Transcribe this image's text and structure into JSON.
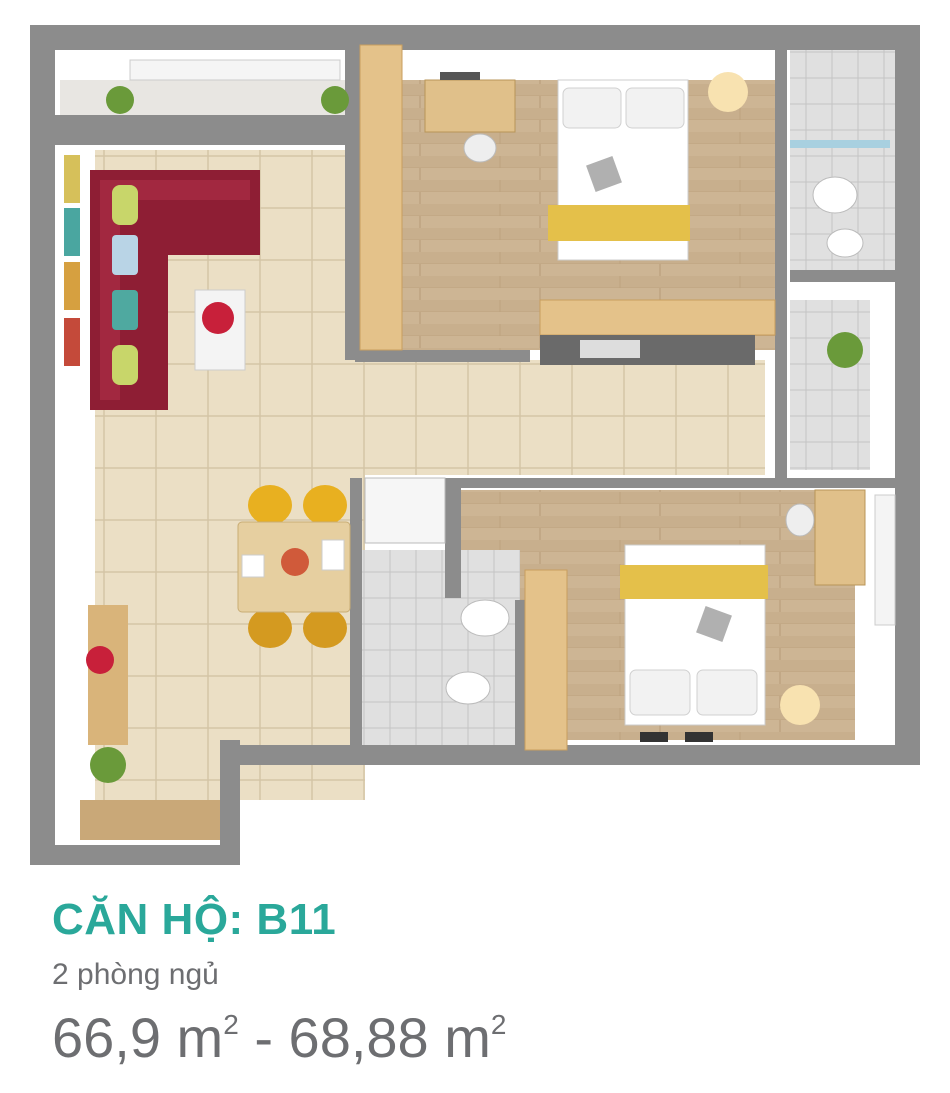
{
  "apartment": {
    "title": "CĂN HỘ: B11",
    "bedrooms": "2 phòng ngủ",
    "area_min": "66,9 m",
    "area_max": "68,88 m",
    "area_unit_sup": "2",
    "area_separator": " - "
  },
  "colors": {
    "title": "#2aa89a",
    "text": "#6d6e71",
    "wall": "#8a8a8a",
    "floor_tile": "#e8dcc2",
    "floor_wood": "#c9b08e",
    "sofa": "#8e1e34",
    "bath_tile": "#d8d8d8"
  },
  "rooms": [
    "living-room",
    "dining-area",
    "bedroom-1",
    "bedroom-2",
    "bathroom-1",
    "bathroom-2",
    "balcony-top",
    "balcony-bottom",
    "laundry",
    "kitchen"
  ]
}
